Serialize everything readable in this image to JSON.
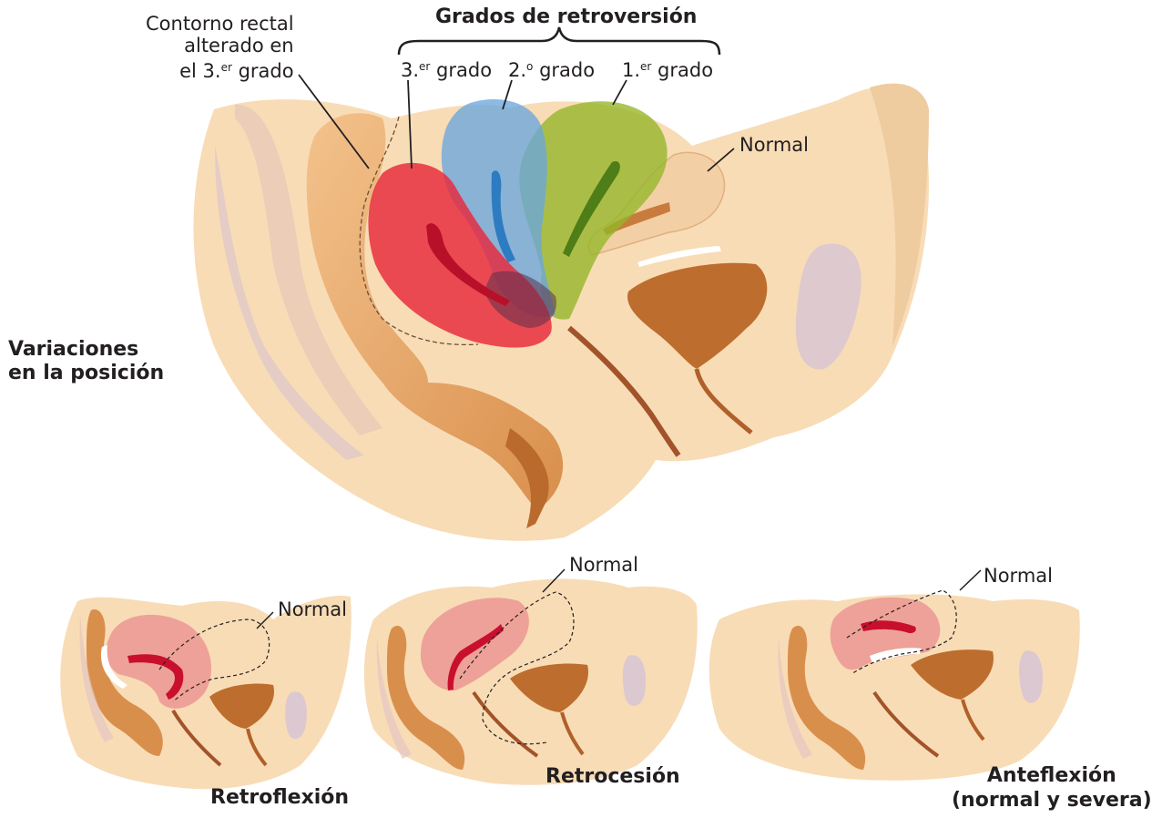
{
  "figure": {
    "heading": "Grados de retroversión",
    "side_label": [
      "Variaciones",
      "en la posición"
    ],
    "rectal_note": [
      "Contorno rectal",
      "alterado en",
      "el 3.",
      "er",
      " grado"
    ],
    "degrees": [
      {
        "num": "3.",
        "sup": "er",
        "word": " grado",
        "color": "#e83a44"
      },
      {
        "num": "2.",
        "sup": "o",
        "word": " grado",
        "color": "#6fa7dc"
      },
      {
        "num": "1.",
        "sup": "er",
        "word": " grado",
        "color": "#9bbb2b"
      }
    ],
    "normal_main": "Normal"
  },
  "panels": [
    {
      "caption": [
        "Retroflexión"
      ],
      "normal": "Normal"
    },
    {
      "caption": [
        "Retrocesión"
      ],
      "normal": "Normal"
    },
    {
      "caption": [
        "Anteflexión",
        "(normal y severa)"
      ],
      "normal": "Normal"
    }
  ],
  "colors": {
    "skin": "#f8dcb6",
    "skin_dark": "#efc596",
    "organ_brown": "#b96a2c",
    "rectum": "#e9a868",
    "uterus_pink": "#eea198",
    "purple_tint": "#ddc8cf"
  }
}
